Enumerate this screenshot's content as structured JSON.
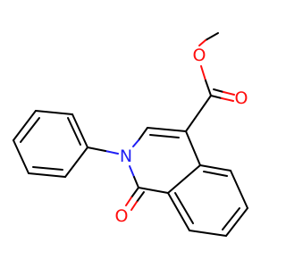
{
  "molecule": {
    "atoms": [
      {
        "id": "O_methoxy",
        "symbol": "O",
        "color": "#ff0d0d"
      },
      {
        "id": "O_carbonyl_ester",
        "symbol": "O",
        "color": "#ff0d0d"
      },
      {
        "id": "N_ring",
        "symbol": "N",
        "color": "#1f1ff5"
      },
      {
        "id": "O_lactam",
        "symbol": "O",
        "color": "#ff0d0d"
      }
    ],
    "colors": {
      "bond": "#000000",
      "oxygen": "#ff0d0d",
      "nitrogen": "#1f1ff5",
      "background": "#ffffff"
    }
  }
}
